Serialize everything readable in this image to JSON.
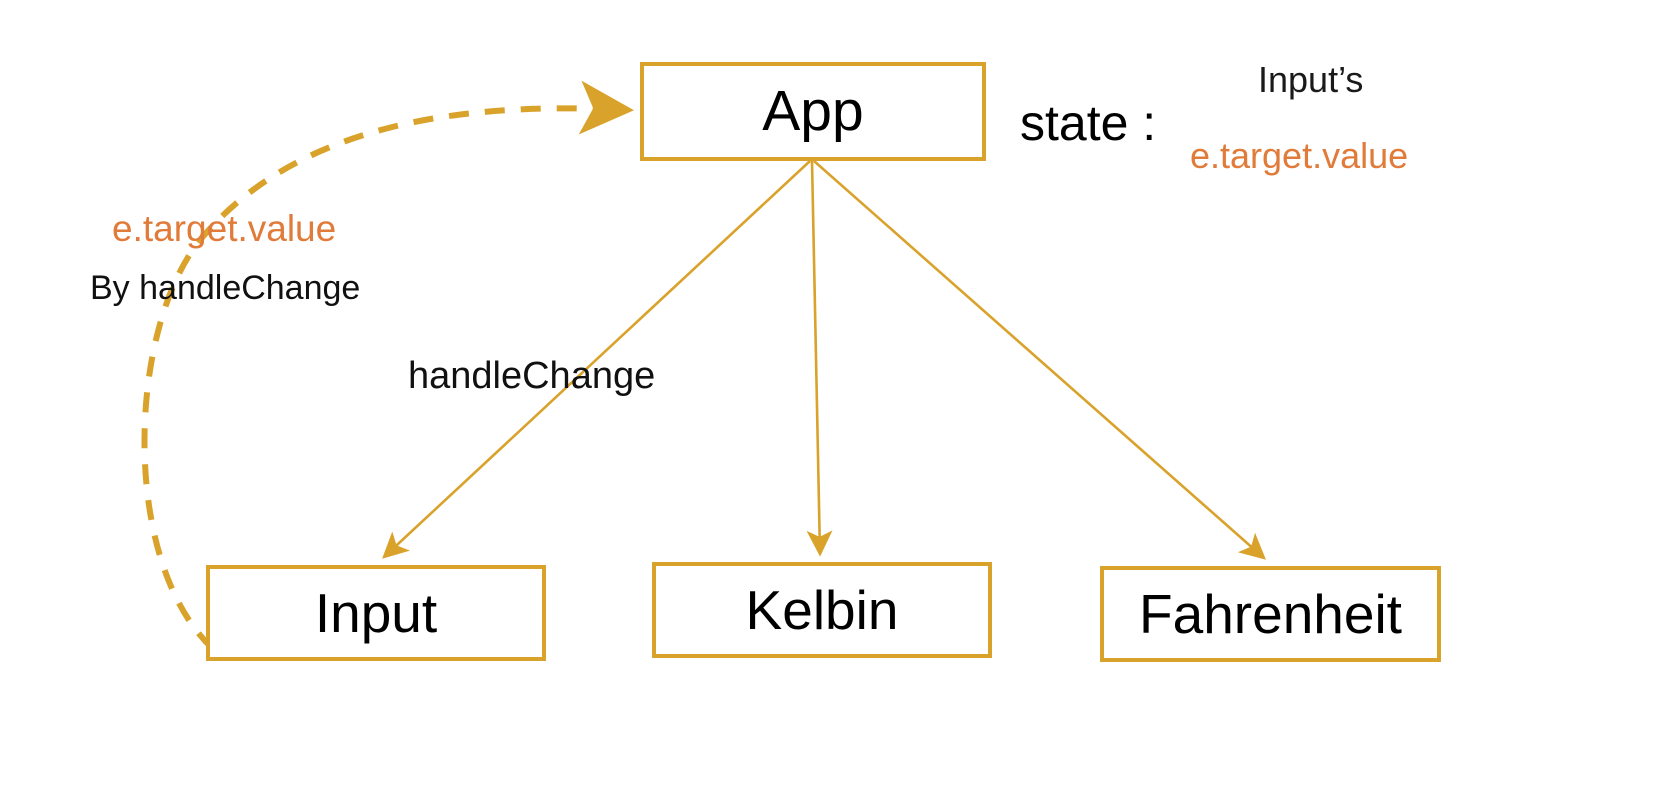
{
  "diagram": {
    "title": "React App component hierarchy with handleChange data flow",
    "colors": {
      "node_border": "#D9A22B",
      "edge": "#D9A22B",
      "accent_orange": "#E07B39",
      "text": "#000000",
      "background": "#FFFFFF"
    },
    "nodes": [
      {
        "id": "app",
        "label": "App"
      },
      {
        "id": "input",
        "label": "Input"
      },
      {
        "id": "kelbin",
        "label": "Kelbin"
      },
      {
        "id": "fahrenheit",
        "label": "Fahrenheit"
      }
    ],
    "annotations": {
      "state_label": "state :",
      "state_owner": "Input’s",
      "state_value": "e.target.value",
      "callback_value": "e.target.value",
      "callback_source": "By handleChange",
      "prop_handlechange": "handleChange"
    },
    "edges": [
      {
        "from": "app",
        "to": "input",
        "style": "solid",
        "label": "handleChange"
      },
      {
        "from": "app",
        "to": "kelbin",
        "style": "solid",
        "label": ""
      },
      {
        "from": "app",
        "to": "fahrenheit",
        "style": "solid",
        "label": ""
      },
      {
        "from": "input",
        "to": "app",
        "style": "dashed",
        "label": "e.target.value By handleChange"
      }
    ]
  }
}
